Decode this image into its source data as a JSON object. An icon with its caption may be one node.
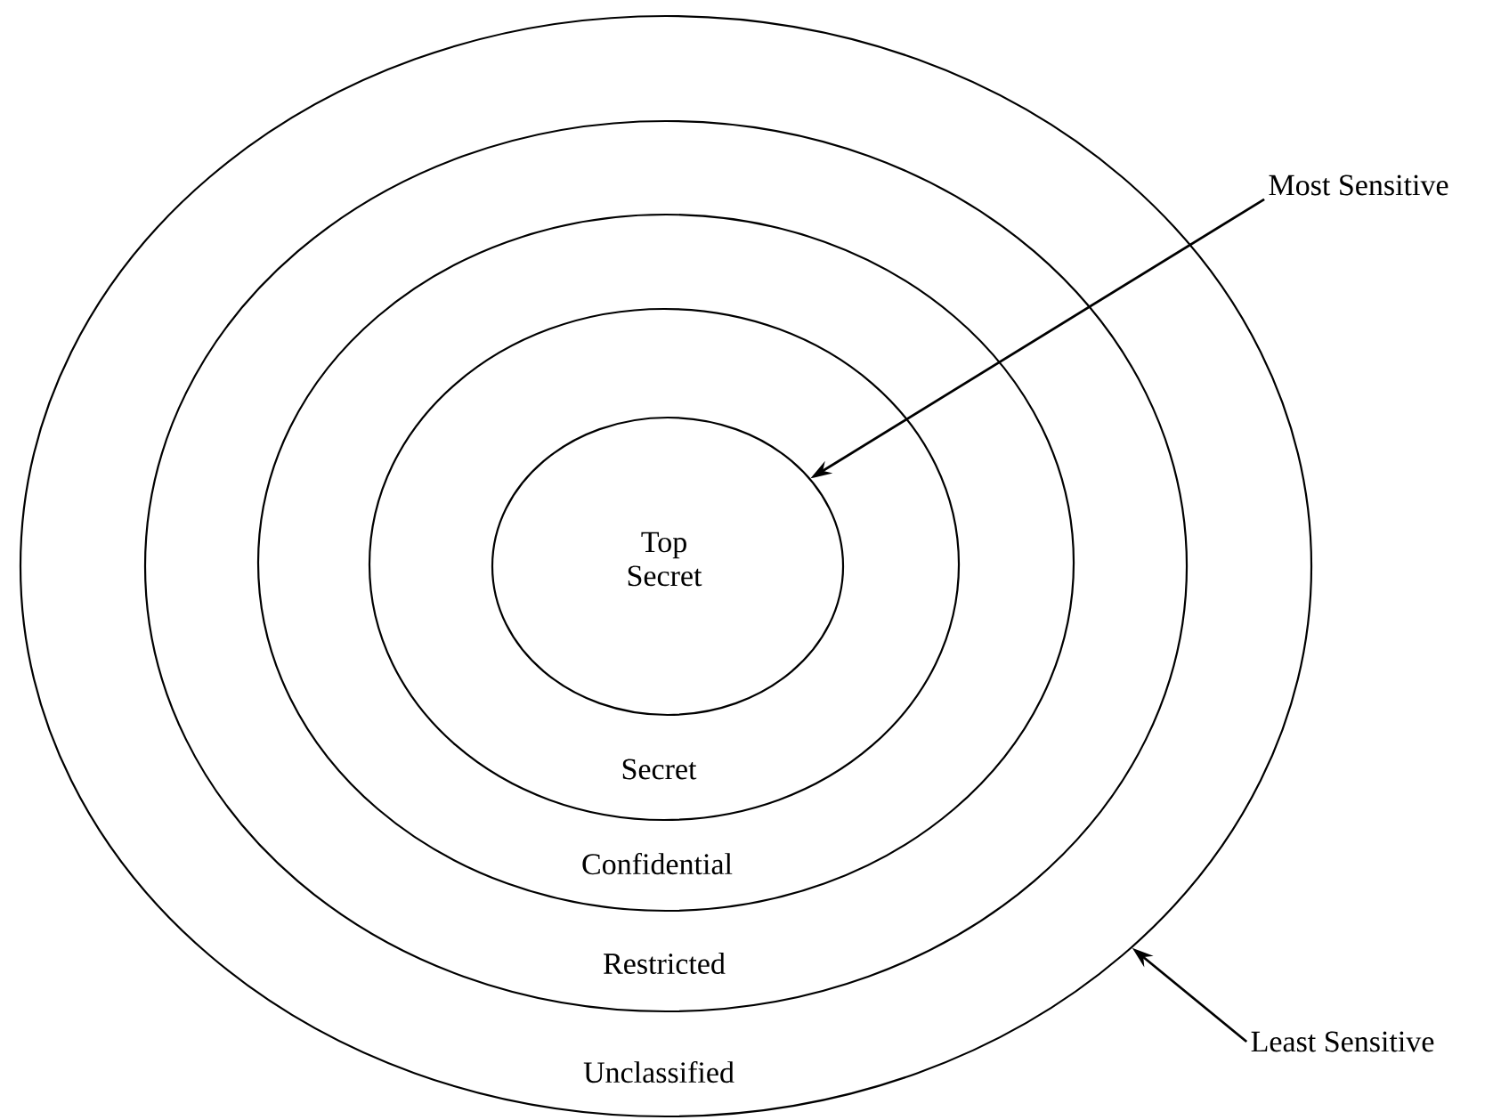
{
  "diagram": {
    "nodes": [
      {
        "text": [
          "Unclassified"
        ]
      },
      {
        "text": [
          "Restricted"
        ],
        "in": 0
      },
      {
        "text": [
          "Confidential"
        ],
        "in": 1
      },
      {
        "text": [
          "Secret"
        ],
        "in": 2
      },
      {
        "text": [
          "Top Secret"
        ],
        "in": 3
      },
      {
        "text": [
          "Most Sensitive"
        ]
      },
      {
        "text": [
          "Least Sensitive"
        ]
      }
    ],
    "edges": [
      {
        "from": 5,
        "to": 4,
        "arrow": "to"
      },
      {
        "from": 6,
        "to": 0,
        "arrow": "to"
      }
    ]
  }
}
